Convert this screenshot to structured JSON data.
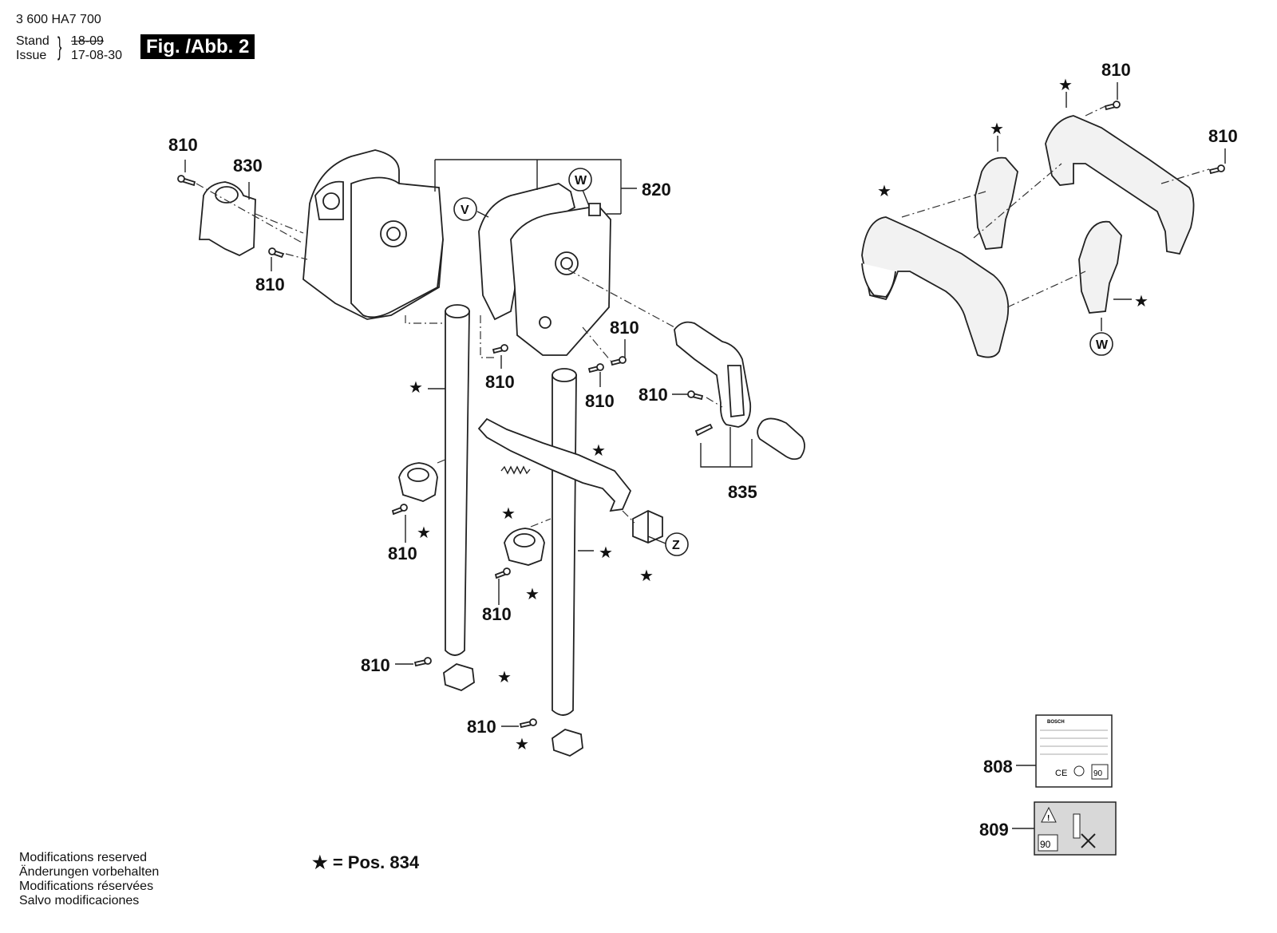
{
  "header": {
    "doc_number": "3 600 HA7 700",
    "stand_label": "Stand",
    "issue_label": "Issue",
    "stand_date": "18-09",
    "issue_date": "17-08-30",
    "figure_label": "Fig. /Abb. 2"
  },
  "callouts": {
    "screw": "810",
    "clip": "830",
    "housing": "820",
    "crank": "835",
    "type_plate": "808",
    "warning_label": "809"
  },
  "letters": {
    "v": "V",
    "w": "W",
    "z": "Z"
  },
  "star_glyph": "★",
  "legend": {
    "text": "★ = Pos. 834"
  },
  "type_plate": {
    "brand": "BOSCH",
    "level": "90",
    "ce": "CE"
  },
  "warning_label": {
    "level": "90"
  },
  "footer": {
    "lines": [
      "Modifications reserved",
      "Änderungen vorbehalten",
      "Modifications réservées",
      "Salvo modificaciones"
    ]
  }
}
